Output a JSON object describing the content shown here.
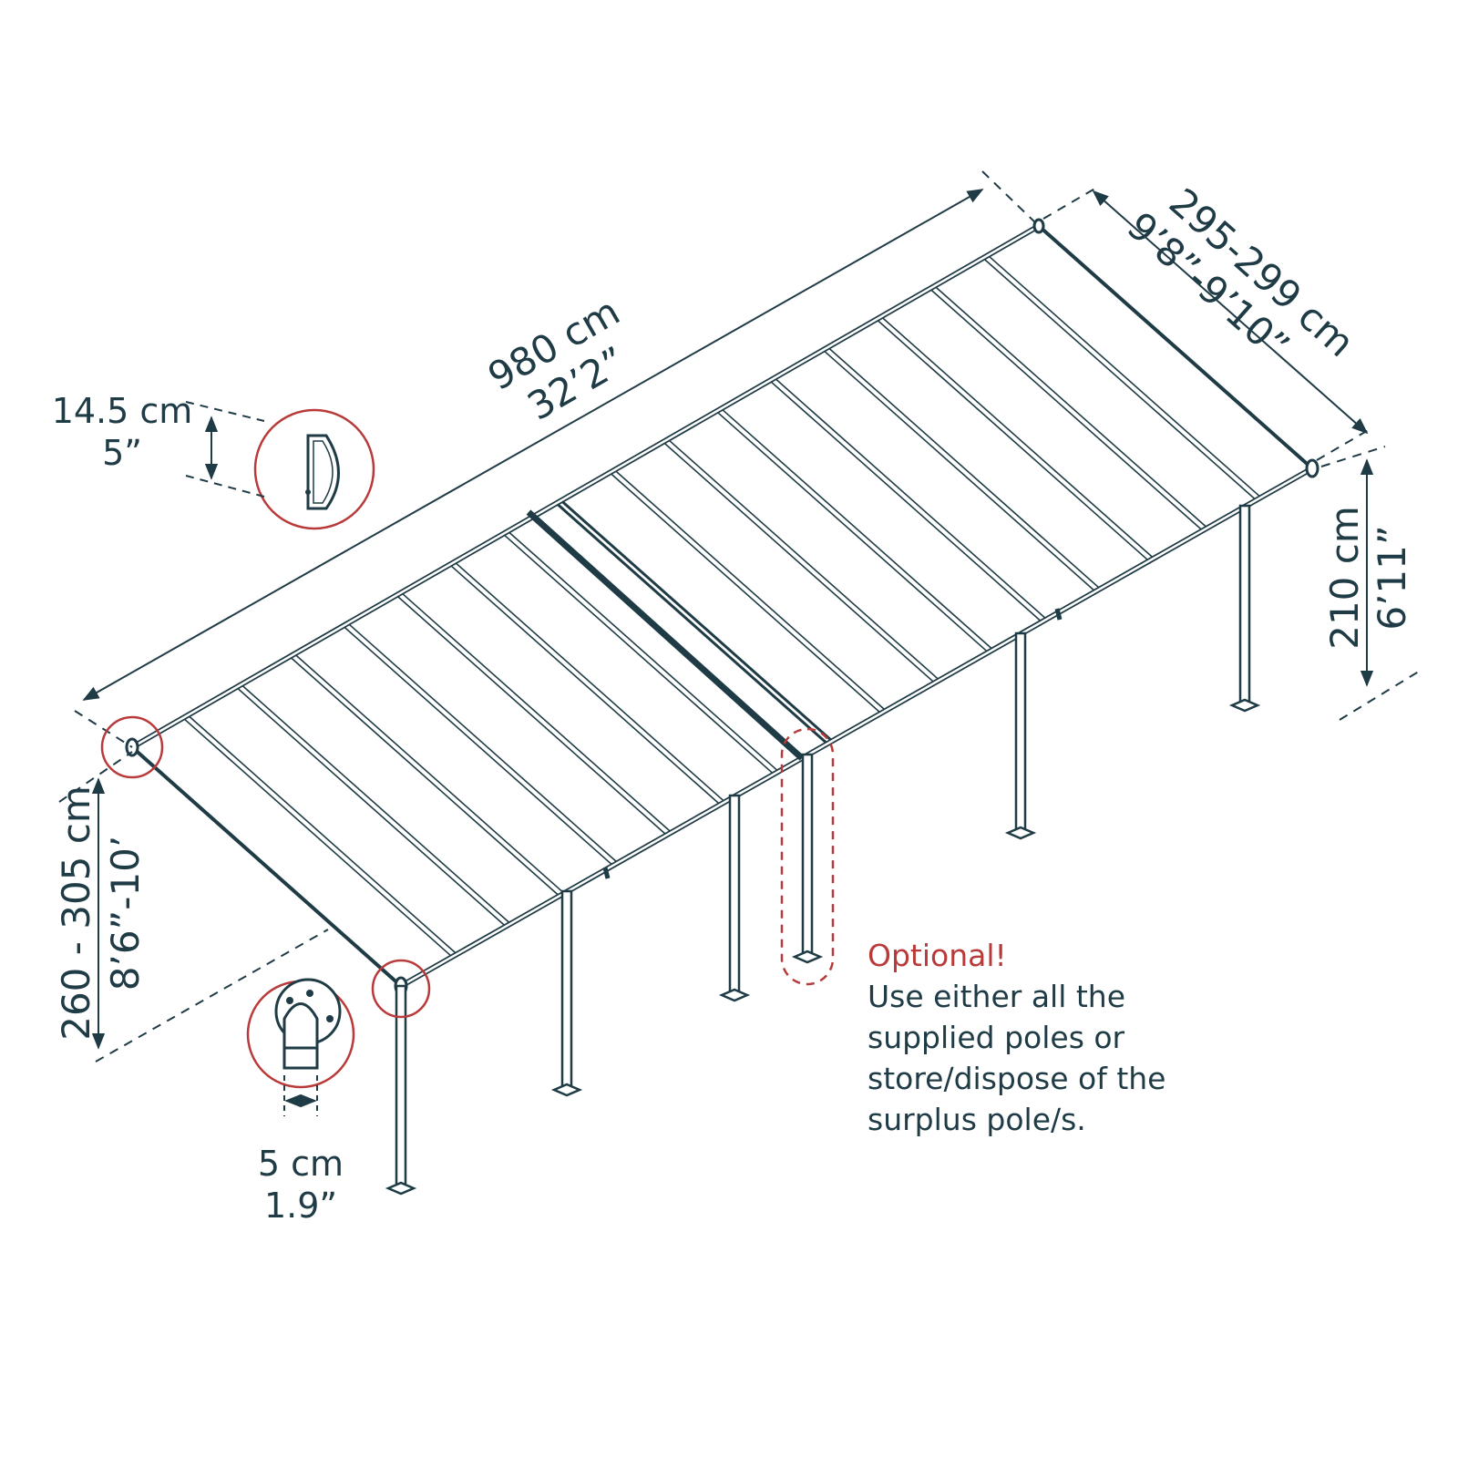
{
  "colors": {
    "ink": "#1f3b45",
    "accent": "#b83a3a"
  },
  "dimensions": {
    "length": {
      "cm": "980 cm",
      "imperial": "32’2”"
    },
    "width": {
      "cm": "295-299 cm",
      "imperial": "9’8”-9’10”"
    },
    "low_height": {
      "cm": "210 cm",
      "imperial": "6’11”"
    },
    "high_height": {
      "cm": "260 - 305 cm",
      "imperial": "8’6”-10’"
    },
    "gutter": {
      "cm": "14.5 cm",
      "imperial": "5”"
    },
    "post": {
      "cm": "5 cm",
      "imperial": "1.9”"
    }
  },
  "note": {
    "title": "Optional!",
    "lines": [
      "Use either all the",
      "supplied poles or",
      "store/dispose of the",
      "surplus pole/s."
    ]
  },
  "icons": {
    "gutter_detail": "gutter-profile-icon",
    "wall_bracket_detail": "wall-bracket-icon",
    "corner_details": "corner-callout-icon"
  }
}
